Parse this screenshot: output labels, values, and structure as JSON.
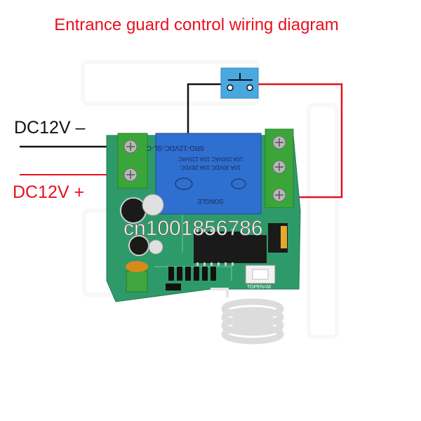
{
  "title": "Entrance guard control wiring diagram",
  "labels": {
    "dc_negative": "DC12V –",
    "dc_positive": "DC12V +"
  },
  "watermark": "cn1001856786",
  "relay": {
    "model": "SRD-12VDC-SL-C",
    "rating_1": "10A 250VAC  10A 125VAC",
    "rating_2": "10A 30VDC  10A 28VDC",
    "brand": "SONGLE"
  },
  "board": {
    "pin_label": "TOPEN=M"
  },
  "colors": {
    "title": "#e8101e",
    "wire_positive": "#e8101e",
    "wire_negative": "#111111",
    "pcb": "#2e9a6a",
    "relay": "#2f6fd0",
    "terminal": "#3aa63a",
    "switch": "#4aa8e0"
  },
  "icons": {
    "switch": "push-button-switch-icon"
  }
}
